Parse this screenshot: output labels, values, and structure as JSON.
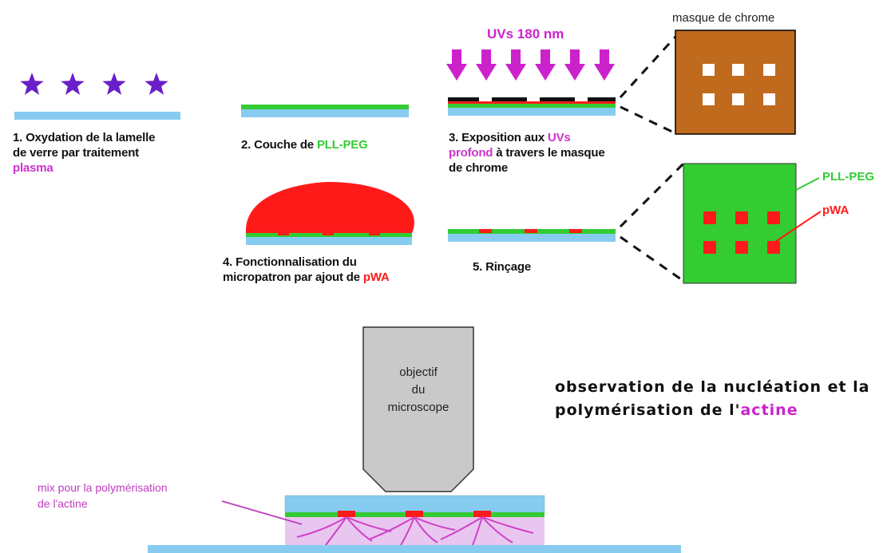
{
  "labels": {
    "mask_title": "masque de chrome",
    "uv": "UVs 180 nm",
    "step1": {
      "l1": "1. Oxydation de la lamelle",
      "l2": "de verre par traitement",
      "l3": "plasma"
    },
    "step2": {
      "pre": "2. Couche de ",
      "hl": "PLL-PEG"
    },
    "step3": {
      "pre": "3. Exposition aux ",
      "hl1": "UVs",
      "hl2": "profond",
      "mid": " à travers le masque",
      "l3": "de chrome"
    },
    "step4": {
      "l1": "4. Fonctionnalisation du",
      "pre2": "micropatron par ajout de ",
      "hl": "pWA"
    },
    "step5": "5. Rinçage",
    "pllpeg": "PLL-PEG",
    "pwa": "pWA",
    "objective": {
      "l1": "objectif",
      "l2": "du",
      "l3": "microscope"
    },
    "observation": {
      "l1": "observation de la nucléation et la",
      "pre2": "polymérisation de l'",
      "hl": "actine"
    },
    "mix": {
      "l1": "mix pour la polymérisation",
      "l2": "de l'actine"
    }
  },
  "colors": {
    "star": "#6a1fc9",
    "glass": "#87ccf0",
    "pll_peg": "#33cc33",
    "pwa": "#ff1a1a",
    "uv": "#cc22cc",
    "chrome": "#c06a1e",
    "objective": "#c9c9c9",
    "mix": "#e8c6f0",
    "actin": "#d040c8"
  },
  "icons": [
    "star-icon",
    "uv-arrow-icon",
    "chrome-mask-icon",
    "microscope-objective-icon"
  ]
}
